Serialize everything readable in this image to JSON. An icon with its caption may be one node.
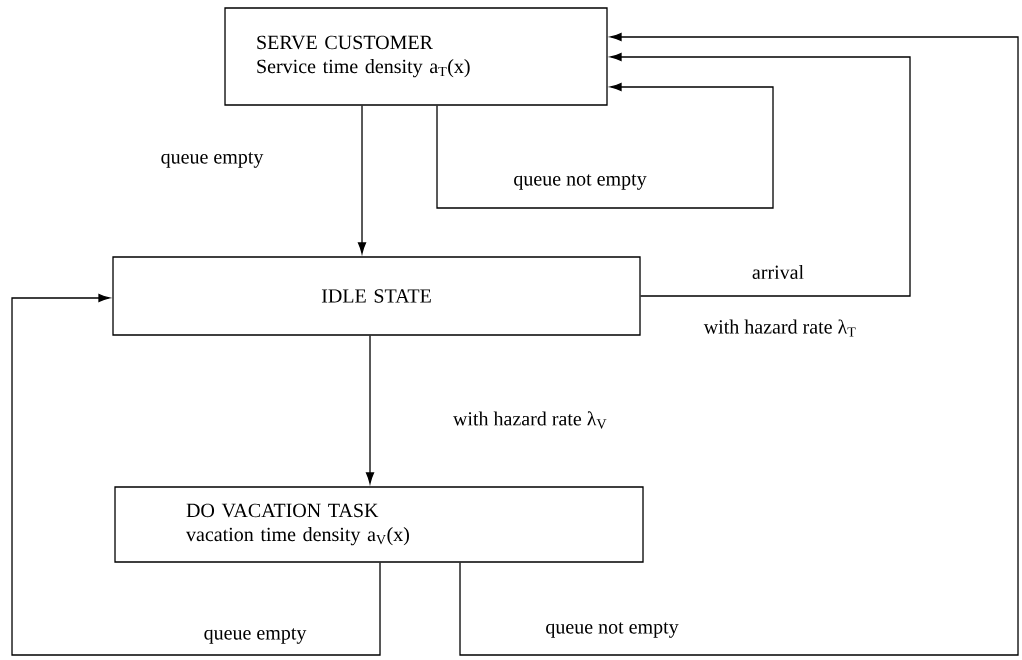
{
  "diagram": {
    "nodes": [
      {
        "text": [
          "SERVE CUSTOMER",
          "Service time density a$_{T}$(x)"
        ]
      },
      {
        "text": [
          "IDLE STATE"
        ]
      },
      {
        "text": [
          "DO VACATION TASK",
          "vacation time density a$_{V}$(x)"
        ]
      }
    ],
    "edges": [
      {
        "from": 0,
        "to": 1,
        "arrow": "to",
        "label": "queue empty"
      },
      {
        "from": 0,
        "to": 0,
        "arrow": "to",
        "label": "queue not empty"
      },
      {
        "from": 1,
        "to": 0,
        "arrow": "to",
        "label": "arrival"
      },
      {
        "from": 1,
        "to": 2,
        "arrow": "to",
        "label": "with hazard rate λ$_{V}$"
      },
      {
        "from": 2,
        "to": 1,
        "arrow": "to",
        "label": "queue empty"
      },
      {
        "from": 2,
        "to": 0,
        "arrow": "to",
        "label": "queue not empty"
      }
    ],
    "labels": [
      "with hazard rate λ$_{T}$"
    ]
  }
}
